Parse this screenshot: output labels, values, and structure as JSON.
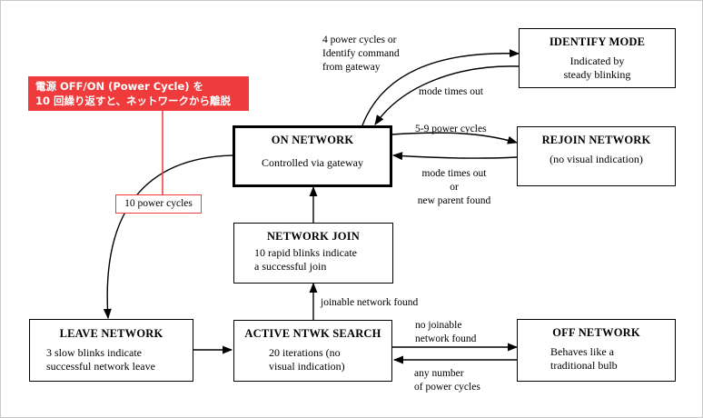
{
  "states": {
    "identify": {
      "title": "IDENTIFY MODE",
      "desc": "Indicated by\nsteady blinking"
    },
    "on": {
      "title": "ON NETWORK",
      "desc": "Controlled  via gateway"
    },
    "rejoin": {
      "title": "REJOIN NETWORK",
      "desc": "(no  visual indication)"
    },
    "join": {
      "title": "NETWORK JOIN",
      "desc": "10 rapid blinks indicate\na  successful join"
    },
    "leave": {
      "title": "LEAVE  NETWORK",
      "desc": "3 slow blinks indicate\nsuccessful  network leave"
    },
    "search": {
      "title": "ACTIVE  NTWK SEARCH",
      "desc": "20 iterations (no\nvisual indication)"
    },
    "off": {
      "title": "OFF NETWORK",
      "desc": "Behaves like a\ntraditional bulb"
    }
  },
  "transitions": {
    "to_identify": "4 power cycles or\nIdentify command\nfrom gateway",
    "identify_timeout": "mode  times out",
    "to_rejoin": "5-9 power cycles",
    "rejoin_back": "mode  times out\nor\nnew parent found",
    "joinable_found": "joinable  network found",
    "no_joinable": "no joinable\nnetwork found",
    "power_cycles_back": "any number\nof power cycles",
    "to_leave": "10 power cycles"
  },
  "annotation": {
    "callout": "電源 OFF/ON (Power Cycle) を\n10 回繰り返すと、ネットワークから離脱"
  },
  "colors": {
    "line": "#000000",
    "accent": "#ef3b3b"
  }
}
